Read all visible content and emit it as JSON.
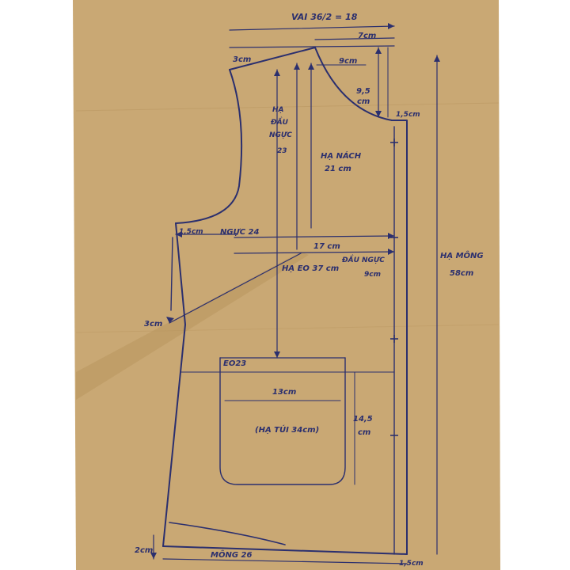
{
  "colors": {
    "paper": "#c9a874",
    "paper_shadow": "#b8955f",
    "ink": "#2b2f6e",
    "ink_light": "#4a4f8a"
  },
  "labels": {
    "shoulder_width": "VAI 36/2 = 18",
    "neck_width": "7cm",
    "shoulder_drop": "3cm",
    "neck_depth_h": "9cm",
    "neck_depth_v": "9,5",
    "neck_depth_v_unit": "cm",
    "side_offset_top": "1,5cm",
    "chest_depth_1": "HẠ",
    "chest_depth_2": "ĐẦU",
    "chest_depth_3": "NGỰC",
    "chest_depth_4": "23",
    "armhole_depth_1": "HẠ NÁCH",
    "armhole_depth_2": "21 cm",
    "armhole_offset": "1,5cm",
    "chest_width": "NGỰC 24",
    "bust_width": "17 cm",
    "bust_point_1": "ĐẦU NGỰC",
    "bust_point_2": "9cm",
    "waist_depth": "HẠ EO 37 cm",
    "full_length_1": "HẠ MÔNG",
    "full_length_2": "58cm",
    "dart_width": "3cm",
    "waist_width": "EO23",
    "pocket_width": "13cm",
    "pocket_height_1": "14,5",
    "pocket_height_2": "cm",
    "pocket_depth": "(HẠ TÚI 34cm)",
    "hem_height": "2cm",
    "hip_width": "MÔNG 26",
    "hem_offset": "1,5cm"
  }
}
